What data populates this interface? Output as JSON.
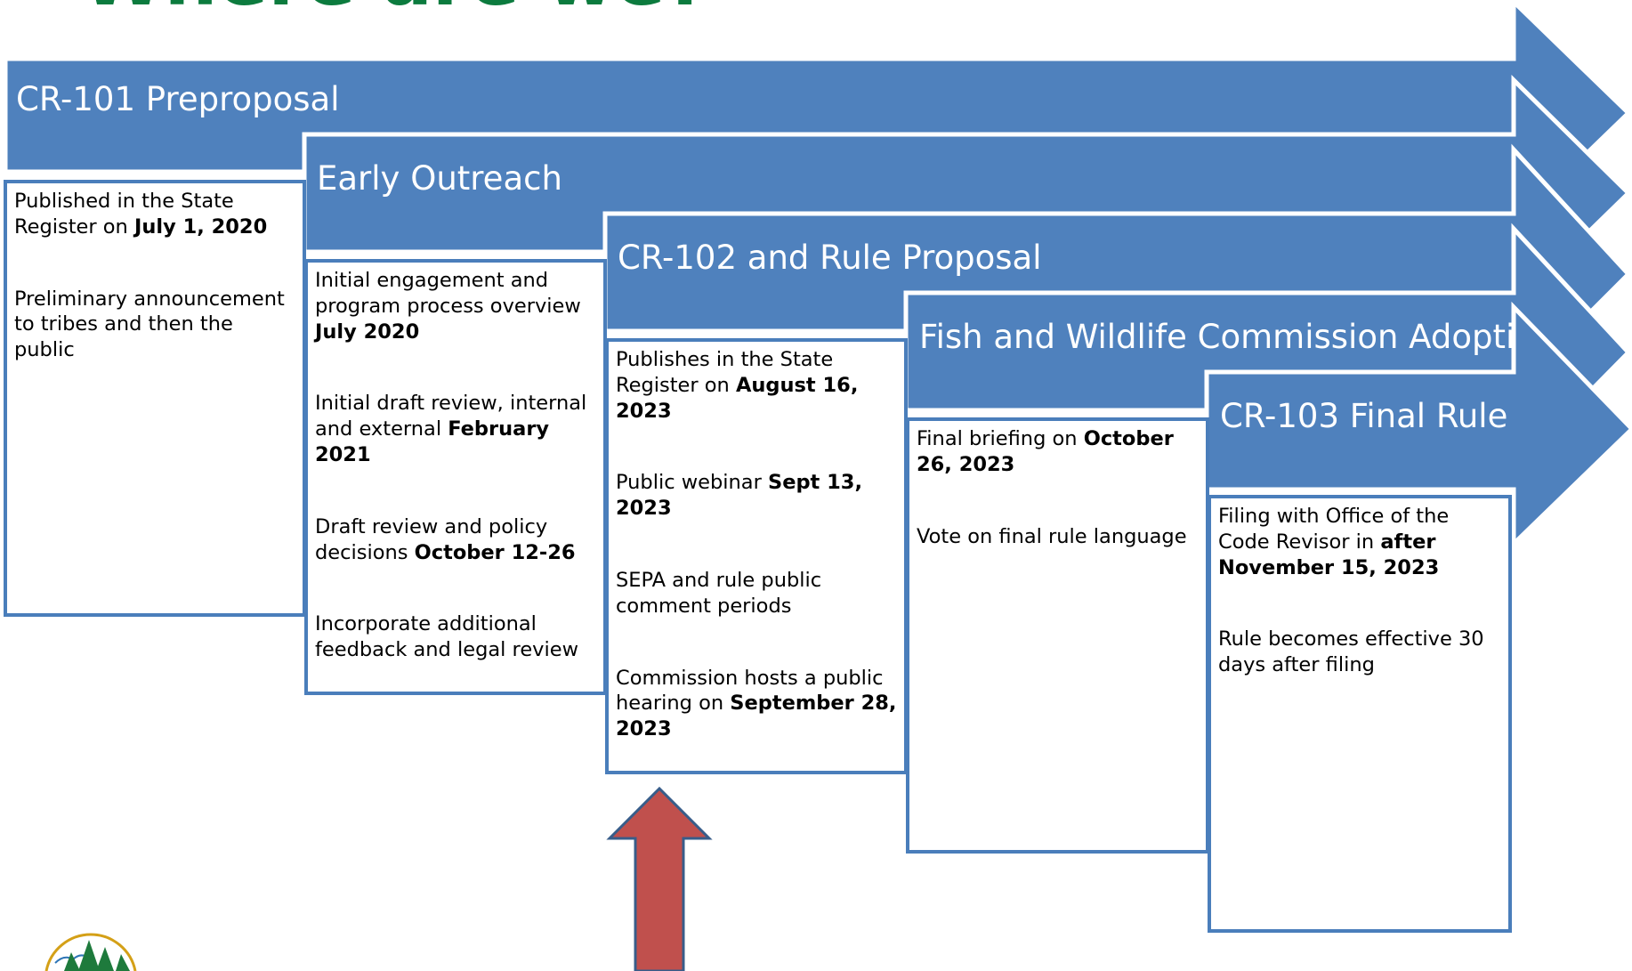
{
  "title": "Where are we?",
  "colors": {
    "arrow_fill": "#4f81bd",
    "arrow_edge": "#ffffff",
    "box_border": "#4a7ebb",
    "title_green": "#0c7b3e",
    "marker_arrow": "#c0504d",
    "marker_arrow_edge": "#385d8a"
  },
  "steps": [
    {
      "label": "CR-101 Preproposal",
      "items": [
        {
          "text": "Published in the State Register on ",
          "bold": "July 1, 2020"
        },
        {
          "text": "Preliminary announcement to tribes and then the public",
          "bold": ""
        }
      ]
    },
    {
      "label": "Early Outreach",
      "items": [
        {
          "text": "Initial engagement and program process overview ",
          "bold": "July 2020"
        },
        {
          "text": "Initial draft review, internal and external  ",
          "bold": "February 2021"
        },
        {
          "text": "Draft review and policy decisions ",
          "bold": "October 12-26"
        },
        {
          "text": "Incorporate additional feedback and legal review",
          "bold": ""
        }
      ]
    },
    {
      "label": "CR-102 and Rule Proposal",
      "items": [
        {
          "text": "Publishes in the State Register on ",
          "bold": "August 16, 2023"
        },
        {
          "text": "Public webinar ",
          "bold": "Sept 13, 2023"
        },
        {
          "text": "SEPA and rule public comment periods",
          "bold": ""
        },
        {
          "text": "Commission hosts a public hearing on ",
          "bold": "September 28, 2023"
        }
      ]
    },
    {
      "label": "Fish and Wildlife Commission Adoption",
      "items": [
        {
          "text": "Final briefing on ",
          "bold": "October 26, 2023"
        },
        {
          "text": "Vote on final rule language",
          "bold": ""
        }
      ]
    },
    {
      "label": "CR-103 Final Rule",
      "items": [
        {
          "text": "Filing with Office of the Code Revisor in ",
          "bold": "after November 15, 2023"
        },
        {
          "text": "Rule becomes effective 30 days after filing",
          "bold": ""
        }
      ]
    }
  ],
  "current_step_marker": {
    "icon": "up-arrow-icon",
    "points_to_step": "CR-102 and Rule Proposal"
  },
  "logo": {
    "icon": "agency-seal-icon"
  }
}
